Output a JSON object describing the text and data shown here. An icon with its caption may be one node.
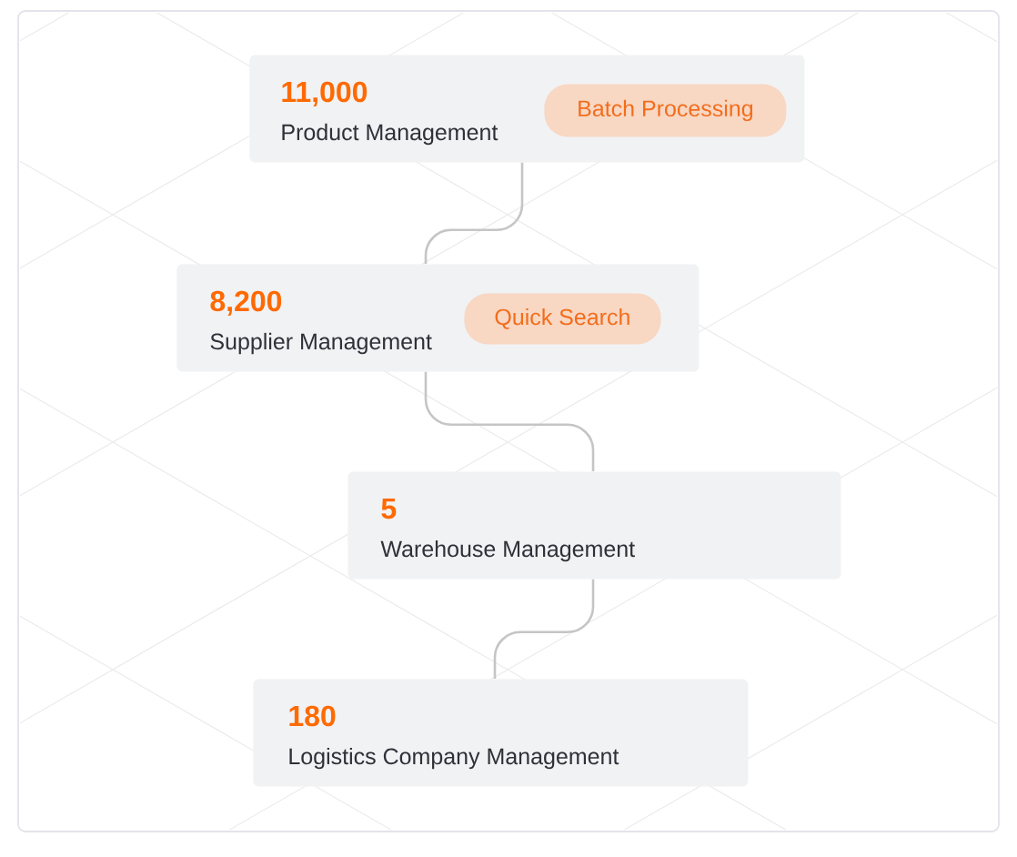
{
  "diagram": {
    "nodes": [
      {
        "text": [
          "11,000",
          "Product Management"
        ]
      },
      {
        "text": [
          "Batch Processing"
        ],
        "in": 0
      },
      {
        "text": [
          "8,200",
          "Supplier Management"
        ]
      },
      {
        "text": [
          "Quick Search"
        ],
        "in": 2
      },
      {
        "text": [
          "5",
          "Warehouse Management"
        ]
      },
      {
        "text": [
          "180",
          "Logistics Company Management"
        ]
      }
    ],
    "edges": [
      {
        "from": 0,
        "to": 2,
        "arrow": "none"
      },
      {
        "from": 2,
        "to": 4,
        "arrow": "none"
      },
      {
        "from": 4,
        "to": 5,
        "arrow": "none"
      }
    ]
  }
}
